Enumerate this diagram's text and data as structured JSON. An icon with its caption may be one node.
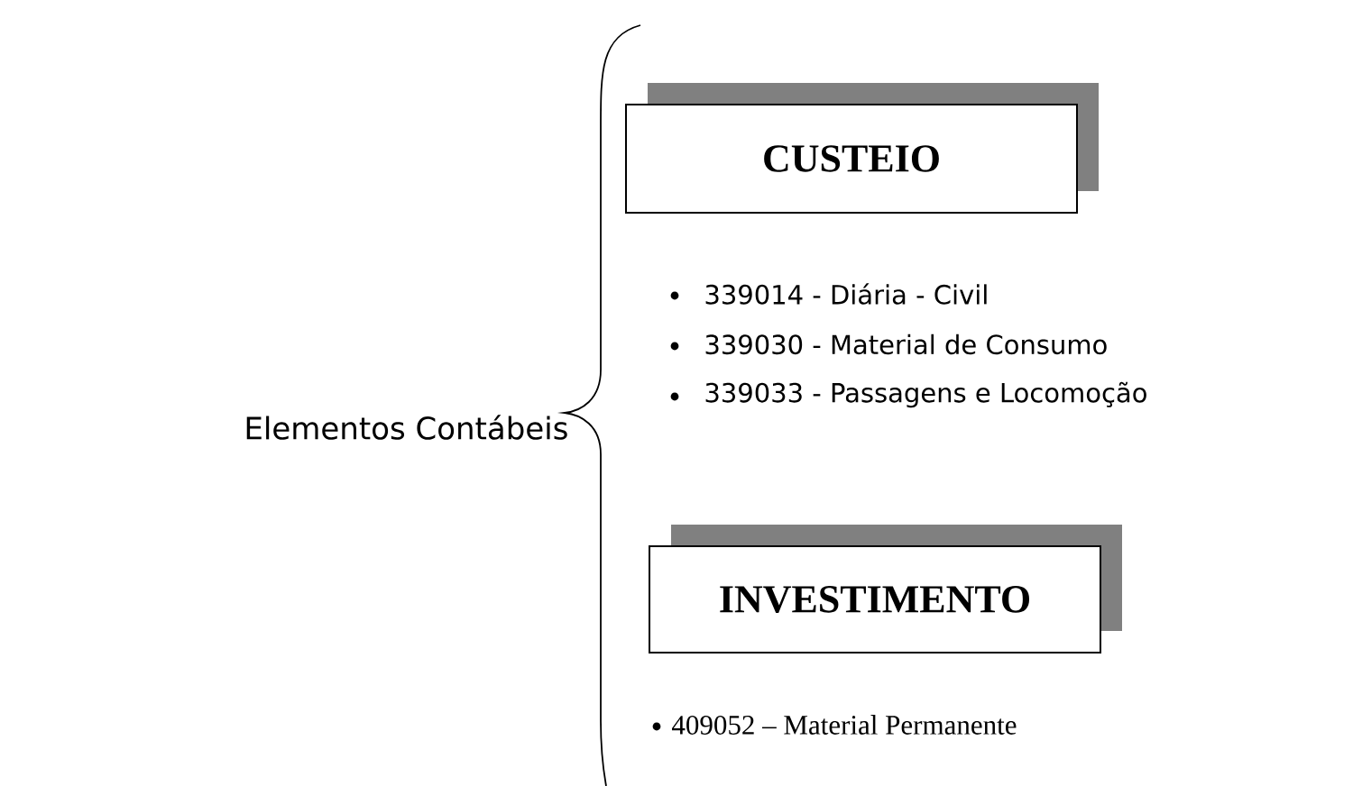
{
  "diagram": {
    "nodes": [
      {
        "text": [
          "CUSTEIO"
        ]
      },
      {
        "text": [
          "INVESTIMENTO"
        ]
      }
    ],
    "labels": [
      "Elementos Contábeis",
      "339014 - Diária - Civil",
      "339030 - Material de Consumo",
      "339033 - Passagens e Locomoção",
      "409052 – Material Permanente"
    ]
  }
}
